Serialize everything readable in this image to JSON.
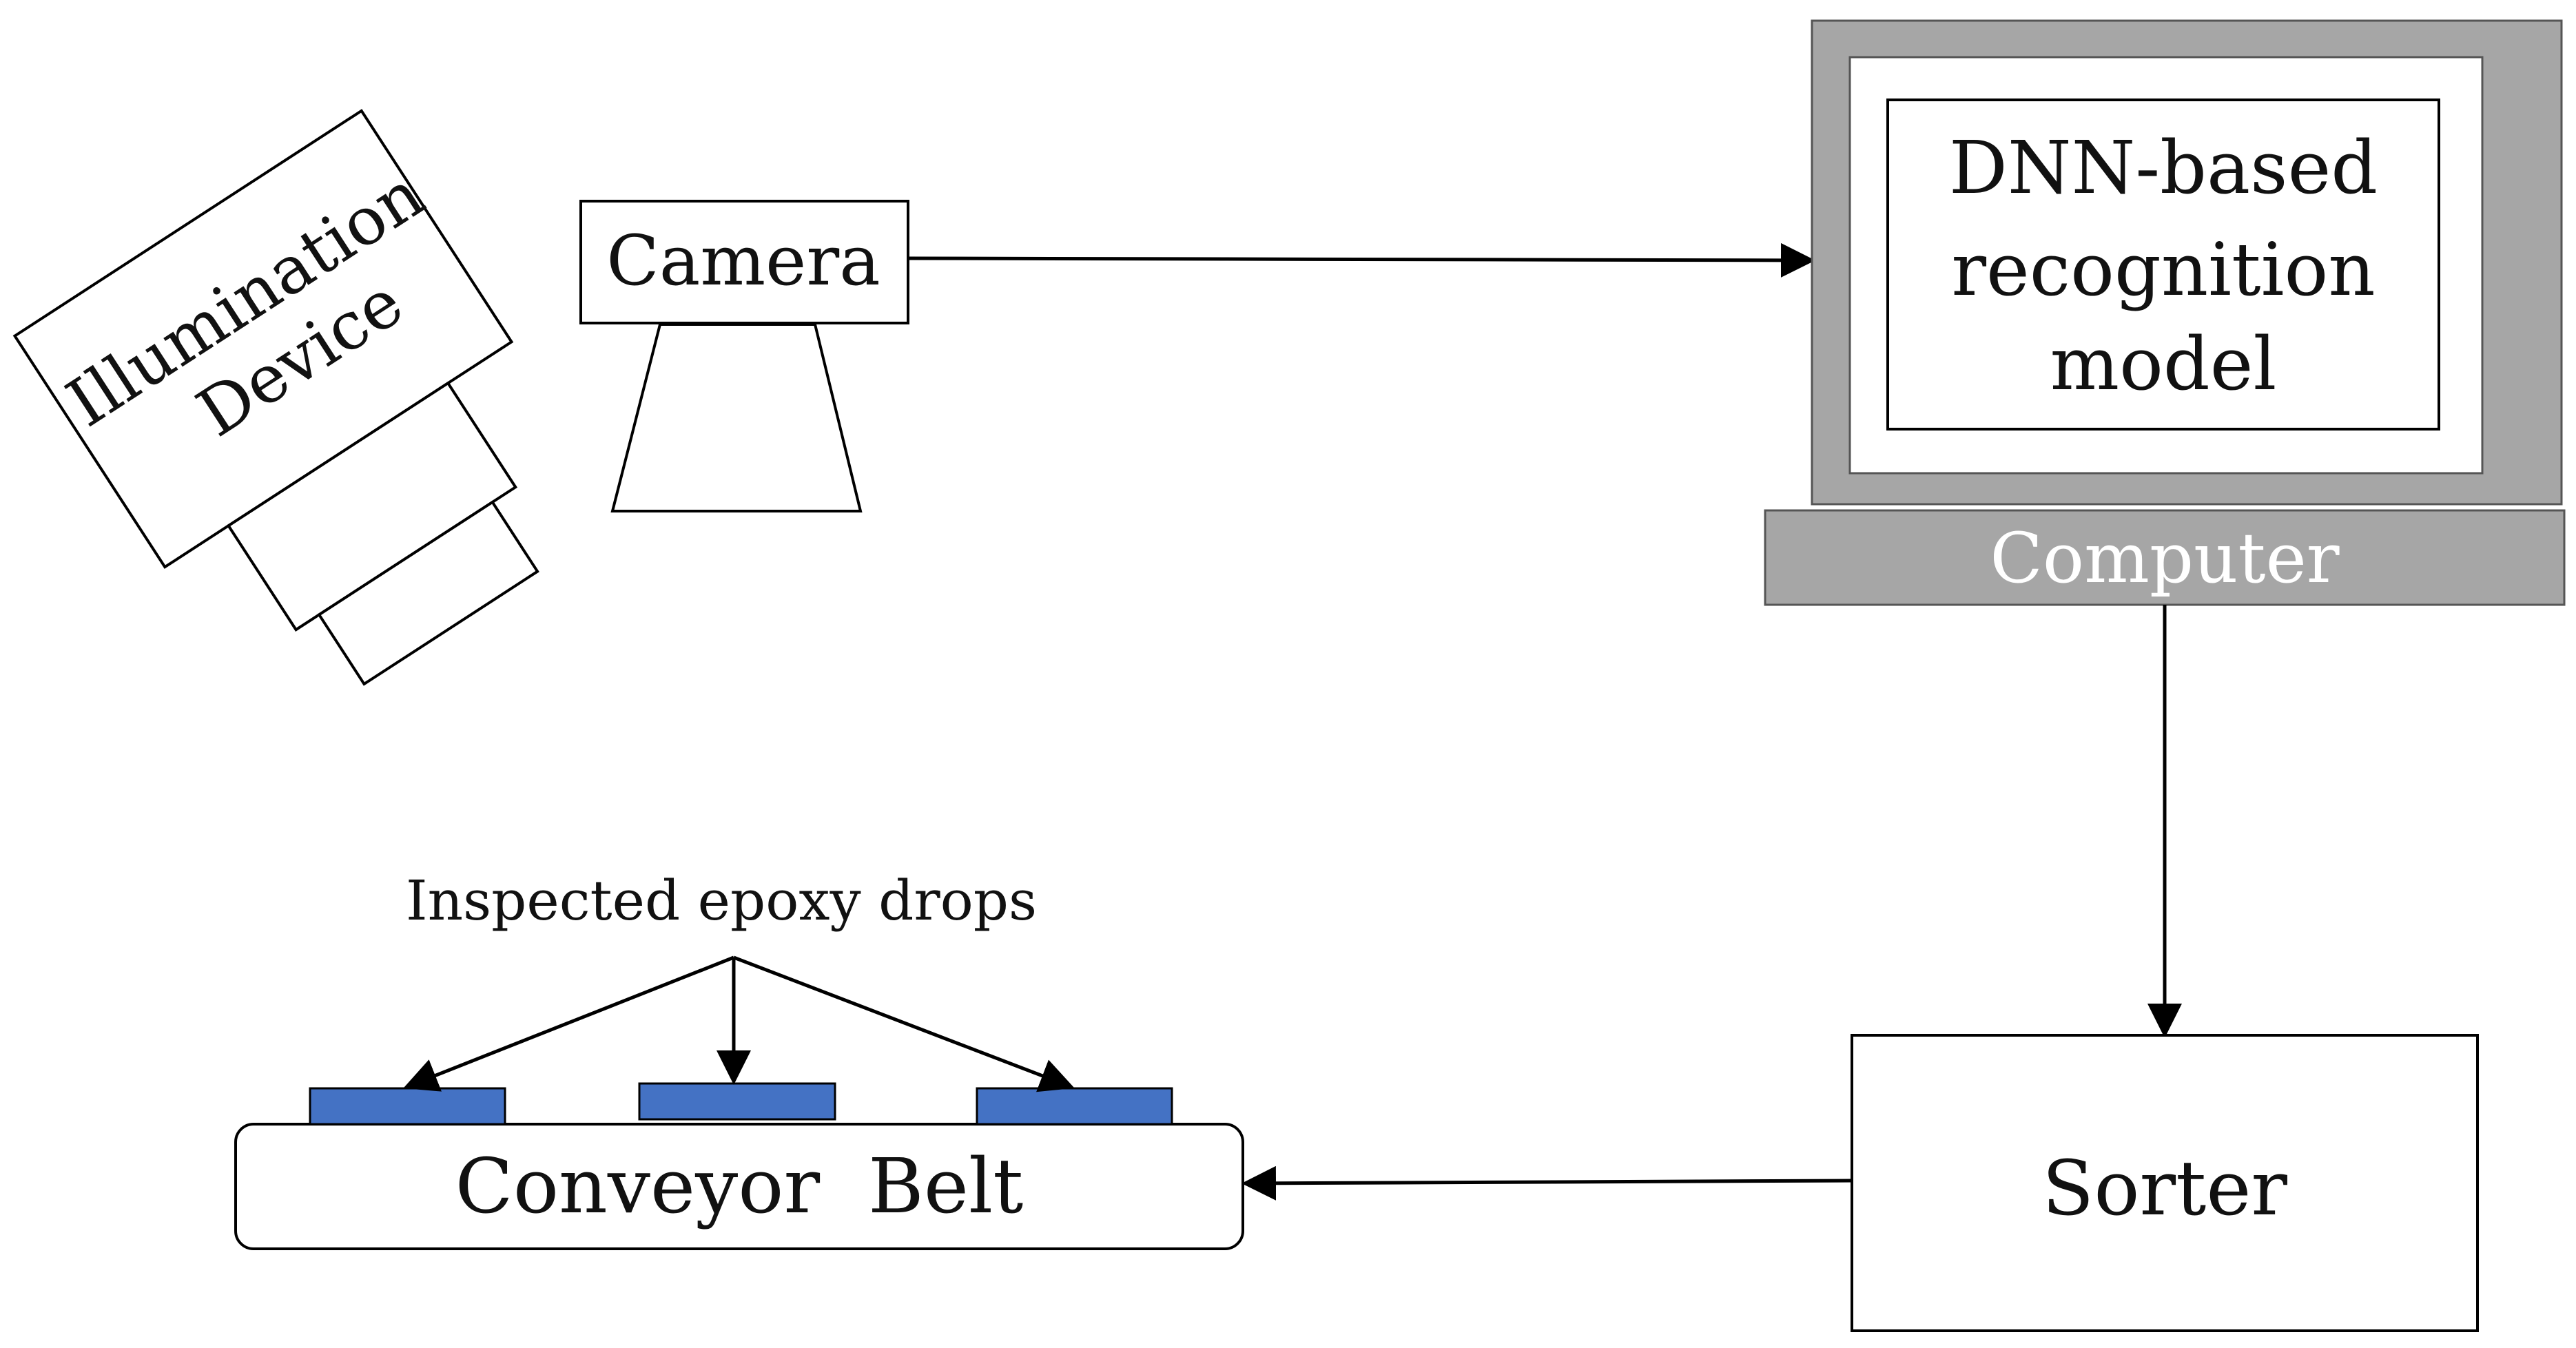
{
  "illumination": {
    "label_line1": "Illumination",
    "label_line2": "Device"
  },
  "camera": {
    "label": "Camera"
  },
  "computer": {
    "model_line1": "DNN-based",
    "model_line2": "recognition",
    "model_line3": "model",
    "base_label": "Computer"
  },
  "sorter": {
    "label": "Sorter"
  },
  "conveyor": {
    "label": "Conveyor  Belt",
    "drops_label": "Inspected epoxy drops"
  },
  "colors": {
    "stroke": "#000000",
    "monitor_gray": "#a6a6a6",
    "epoxy_blue": "#4472c4",
    "background": "#ffffff"
  }
}
